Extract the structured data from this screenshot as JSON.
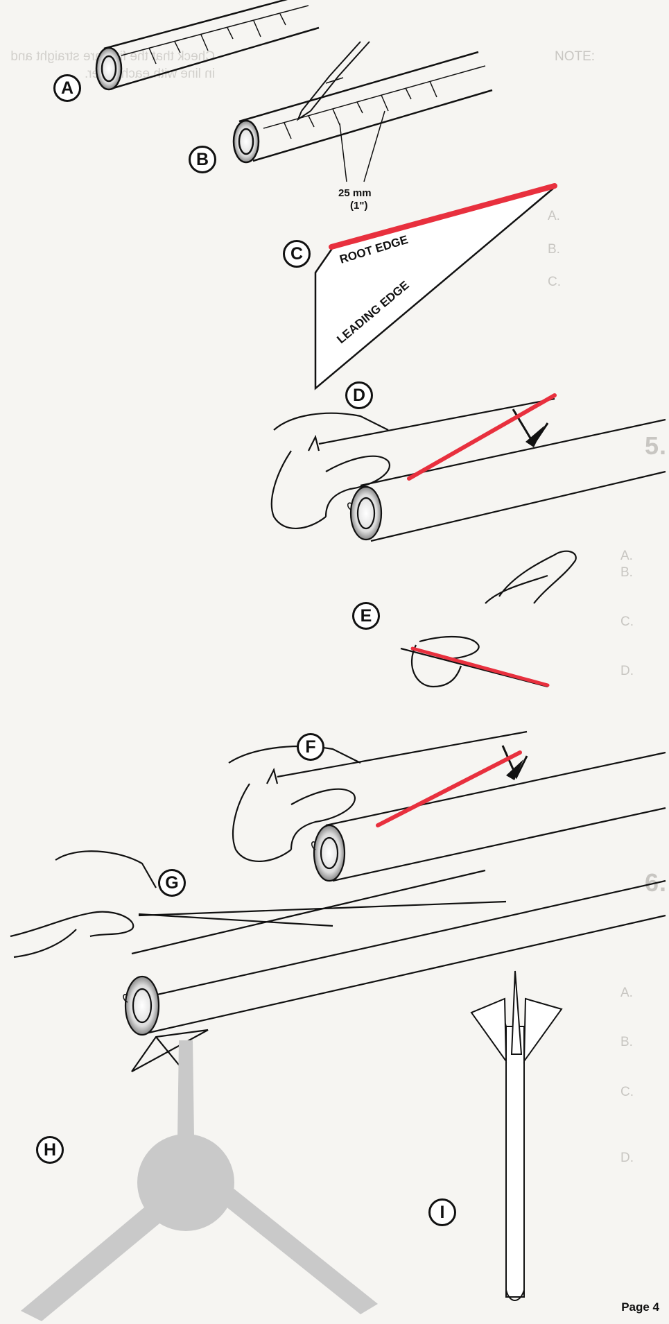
{
  "figure_labels": [
    "A",
    "B",
    "C",
    "D",
    "E",
    "F",
    "G",
    "H",
    "I"
  ],
  "measurement": {
    "metric": "25 mm",
    "imperial": "(1\")"
  },
  "fin_edges": {
    "root": "ROOT EDGE",
    "leading": "LEADING EDGE"
  },
  "colors": {
    "highlight": "#e8303e",
    "ink": "#111111",
    "ghost": "#c8c6c2",
    "stand": "#c9c9c9"
  },
  "footer": {
    "page": "Page 4"
  }
}
